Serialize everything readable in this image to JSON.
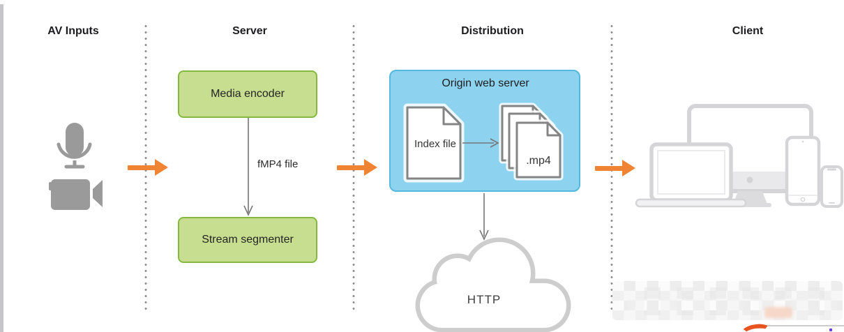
{
  "columns": [
    {
      "id": "av-inputs",
      "label": "AV Inputs"
    },
    {
      "id": "server",
      "label": "Server"
    },
    {
      "id": "distribution",
      "label": "Distribution"
    },
    {
      "id": "client",
      "label": "Client"
    }
  ],
  "server": {
    "encoder_label": "Media encoder",
    "segmenter_label": "Stream segmenter",
    "flow_label": "fMP4 file"
  },
  "distribution": {
    "box_title": "Origin web server",
    "index_doc_label": "Index file",
    "media_doc_label": ".mp4",
    "cloud_label": "HTTP"
  },
  "colors": {
    "accent_orange": "#ee8434",
    "green_fill": "#c7dd8f",
    "green_border": "#84b93f",
    "blue_fill": "#8dd3f0",
    "blue_border": "#55b8de",
    "icon_gray": "#9a9a9a",
    "device_outline_gray": "#d5d5d7",
    "cloud_outline_gray": "#cdcdcd",
    "connector_gray": "#757575"
  }
}
